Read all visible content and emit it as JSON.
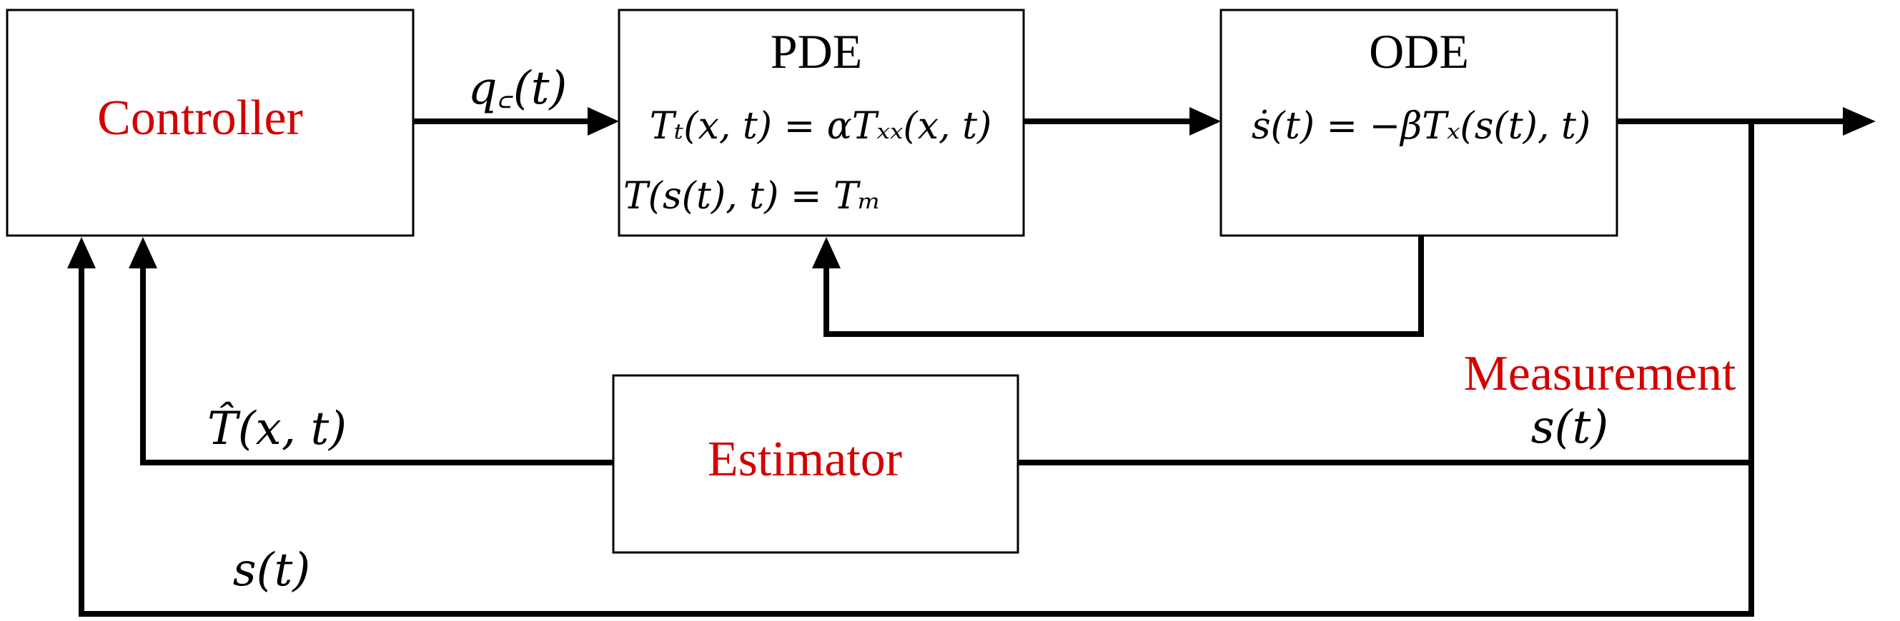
{
  "blocks": {
    "controller": {
      "label": "Controller"
    },
    "pde": {
      "title": "PDE",
      "equation_1": "Tₜ(x, t) = αTₓₓ(x, t)",
      "equation_2": "T(s(t), t) = Tₘ"
    },
    "ode": {
      "title": "ODE",
      "equation": "ṡ(t) = −βTₓ(s(t), t)"
    },
    "estimator": {
      "label": "Estimator"
    }
  },
  "signals": {
    "control_input": "q꜀(t)",
    "estimate": "T̂(x, t)",
    "measurement_title": "Measurement",
    "measurement_signal": "s(t)",
    "feedback_signal": "s(t)"
  },
  "colors": {
    "block_label": "#d40000",
    "line": "#000000",
    "text": "#000000"
  }
}
